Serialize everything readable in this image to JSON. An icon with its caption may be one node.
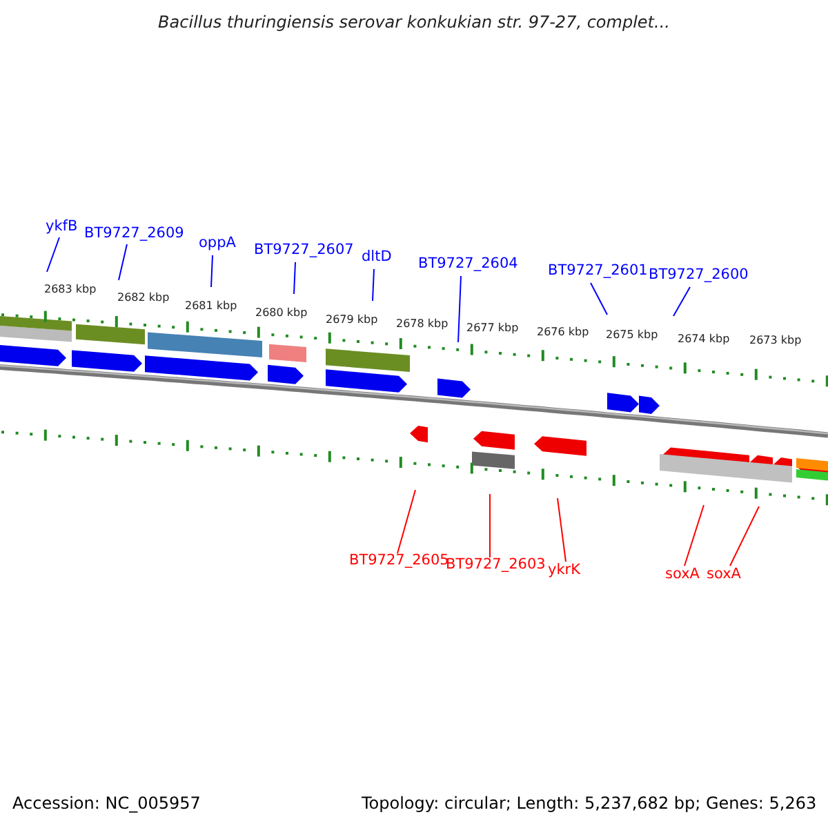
{
  "diagram": {
    "title": "Bacillus thuringiensis serovar konkukian str. 97-27, complet...",
    "nodes": [
      {
        "text": [
          "ykfB"
        ]
      },
      {
        "text": [
          "BT9727_2609"
        ]
      },
      {
        "text": [
          "oppA"
        ]
      },
      {
        "text": [
          "BT9727_2607"
        ]
      },
      {
        "text": [
          "dltD"
        ]
      },
      {
        "text": [
          "BT9727_2604"
        ]
      },
      {
        "text": [
          "BT9727_2601"
        ]
      },
      {
        "text": [
          "BT9727_2600"
        ]
      },
      {
        "text": [
          "BT9727_2605"
        ]
      },
      {
        "text": [
          "BT9727_2603"
        ]
      },
      {
        "text": [
          "ykrK"
        ]
      },
      {
        "text": [
          "soxA"
        ]
      },
      {
        "text": [
          "soxA"
        ]
      }
    ],
    "edges": [
      {
        "from": 0,
        "to": null,
        "arrow": "none"
      },
      {
        "from": 1,
        "to": null,
        "arrow": "none"
      },
      {
        "from": 2,
        "to": null,
        "arrow": "none"
      },
      {
        "from": 3,
        "to": null,
        "arrow": "none"
      },
      {
        "from": 4,
        "to": null,
        "arrow": "none"
      },
      {
        "from": 5,
        "to": null,
        "arrow": "none"
      },
      {
        "from": 6,
        "to": null,
        "arrow": "none"
      },
      {
        "from": 7,
        "to": null,
        "arrow": "none"
      },
      {
        "from": 8,
        "to": null,
        "arrow": "none",
        "color": "#ff0000"
      },
      {
        "from": 9,
        "to": null,
        "arrow": "none",
        "color": "#ff0000"
      },
      {
        "from": 10,
        "to": null,
        "arrow": "none",
        "color": "#ff0000"
      },
      {
        "from": 11,
        "to": null,
        "arrow": "none",
        "color": "#ff0000"
      },
      {
        "from": 12,
        "to": null,
        "arrow": "none",
        "color": "#ff0000"
      }
    ],
    "labels": [
      "2683 kbp",
      "2682 kbp",
      "2681 kbp",
      "2680 kbp",
      "2679 kbp",
      "2678 kbp",
      "2677 kbp",
      "2676 kbp",
      "2675 kbp",
      "2674 kbp",
      "2673 kbp",
      "Accession: NC_005957",
      "Topology: circular; Length: 5,237,682 bp; Genes: 5,263"
    ]
  }
}
